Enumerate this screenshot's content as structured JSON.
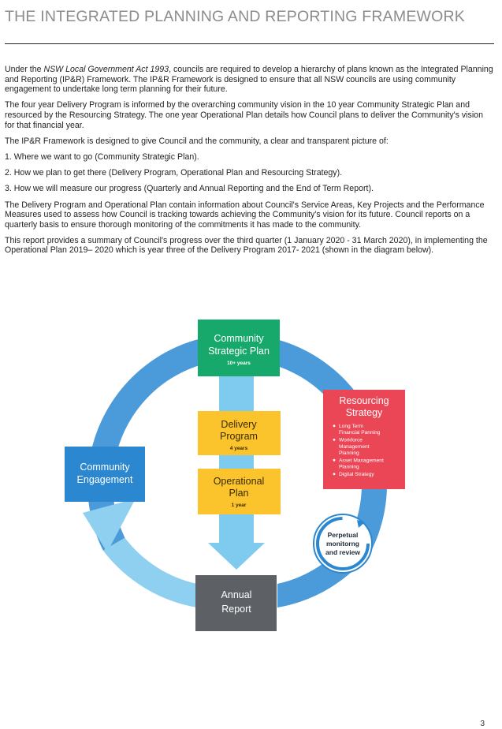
{
  "title": "THE INTEGRATED PLANNING AND REPORTING FRAMEWORK",
  "intro": {
    "p1_before": "Under the ",
    "p1_act": "NSW Local Government Act 1993",
    "p1_after": ", councils are required to develop a hierarchy of plans known as the Integrated Planning and Reporting (IP&R) Framework. The IP&R Framework is designed to ensure that all NSW councils are using community engagement to undertake long term planning for their future.",
    "p2": "The four year Delivery Program is informed by the overarching community vision in the 10 year Community Strategic Plan and resourced by the Resourcing Strategy. The one year Operational Plan details how Council plans to deliver the Community's vision for that financial year.",
    "p3": "The IP&R Framework is designed to give Council and the community, a clear and transparent picture of:",
    "item1": "1. Where we want to go (Community Strategic Plan).",
    "item2": "2. How we plan to get there (Delivery Program, Operational Plan and Resourcing Strategy).",
    "item3": "3. How we will measure our progress (Quarterly and Annual Reporting and the End of Term Report).",
    "p4": "The Delivery Program and Operational Plan contain information about Council's Service Areas, Key Projects and the Performance Measures used to assess how Council is tracking towards achieving the Community's vision for its future. Council reports on a quarterly basis to ensure thorough monitoring of the commitments it has made to the community.",
    "p5": "This report provides a summary of Council's progress over the third quarter (1 January 2020 - 31 March 2020), in implementing the Operational Plan 2019– 2020 which is year three of the Delivery Program 2017- 2021 (shown in the diagram below)."
  },
  "diagram": {
    "csp": {
      "line1": "Community",
      "line2": "Strategic Plan",
      "sub": "10+ years"
    },
    "delivery": {
      "line1": "Delivery",
      "line2": "Program",
      "sub": "4 years"
    },
    "operational": {
      "line1": "Operational",
      "line2": "Plan",
      "sub": "1 year"
    },
    "resourcing": {
      "line1": "Resourcing",
      "line2": "Strategy",
      "bullets": [
        [
          "Long Term",
          "Financial Panning"
        ],
        [
          "Workforce",
          "Management",
          "Planning"
        ],
        [
          "Asset Management",
          "Planning"
        ],
        [
          "Digital Strategy"
        ]
      ]
    },
    "engagement": {
      "line1": "Community",
      "line2": "Engagement"
    },
    "annual": {
      "line1": "Annual",
      "line2": "Report"
    },
    "monitoring": {
      "line1": "Perpetual",
      "line2": "monitorng",
      "line3": "and review"
    },
    "colors": {
      "green": "#17a86b",
      "yellow": "#fcc42c",
      "red": "#ea4656",
      "blue": "#2a87d0",
      "gray": "#5d6166",
      "ring": "#4b9ad9",
      "light_blue": "#7fcbef"
    }
  },
  "page_number": "3"
}
